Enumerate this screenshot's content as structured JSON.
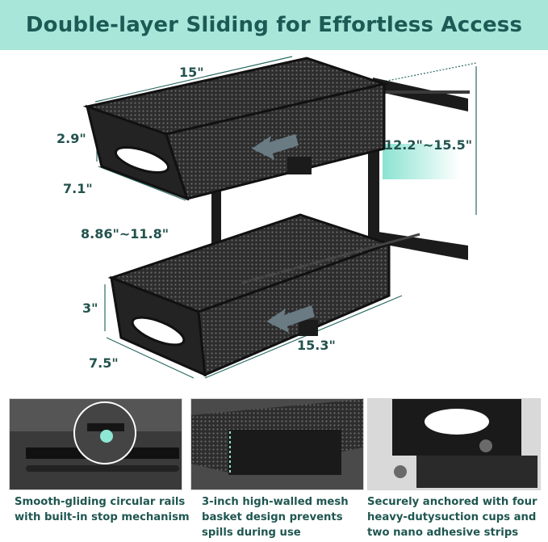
{
  "banner": {
    "title": "Double-layer Sliding for Effortless Access",
    "background_color": "#a9e6da",
    "text_color": "#1c5b55"
  },
  "dimensions": {
    "top_width": "15\"",
    "top_height": "2.9\"",
    "top_depth": "7.1\"",
    "pull_out": "12.2\"~15.5\"",
    "layer_gap": "8.86\"~11.8\"",
    "bottom_height": "3\"",
    "bottom_width": "15.3\"",
    "bottom_depth": "7.5\""
  },
  "features": [
    {
      "icon": "slide-rail-icon",
      "lines": [
        "Smooth-gliding circular rails",
        "with built-in stop mechanism"
      ]
    },
    {
      "icon": "mesh-basket-icon",
      "lines": [
        "3-inch high-walled mesh",
        "basket design prevents",
        "spills during use"
      ]
    },
    {
      "icon": "suction-cup-icon",
      "lines": [
        "Securely anchored with four",
        "heavy-dutysuction cups and",
        "two nano adhesive strips"
      ]
    }
  ],
  "colors": {
    "accent": "#a9e6da",
    "frame": "#1b1b1b",
    "arrow": "#6a7b84"
  }
}
